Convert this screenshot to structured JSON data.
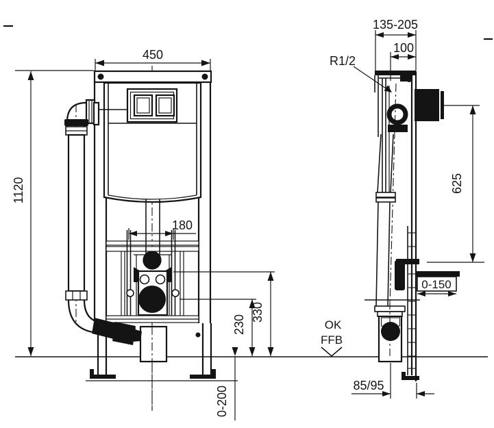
{
  "drawing_type": "wc-element-installation-drawing",
  "views": {
    "front": {
      "dim_width": "450",
      "dim_height": "1120",
      "dim_fixing_centers": "180",
      "dim_outlet_height": "230",
      "dim_bracket_height": "330",
      "dim_foot_adjustment": "0-200"
    },
    "side": {
      "dim_depth_range": "135-205",
      "dim_top_depth": "100",
      "label_water_connection": "R1/2",
      "dim_panel_height": "625",
      "dim_wall_bracket": "0-150",
      "dim_outlet_offset": "85/95"
    },
    "floor": {
      "label_line1": "OK",
      "label_line2": "FFB"
    }
  },
  "colors": {
    "ink": "#141414",
    "paper": "#ffffff"
  }
}
